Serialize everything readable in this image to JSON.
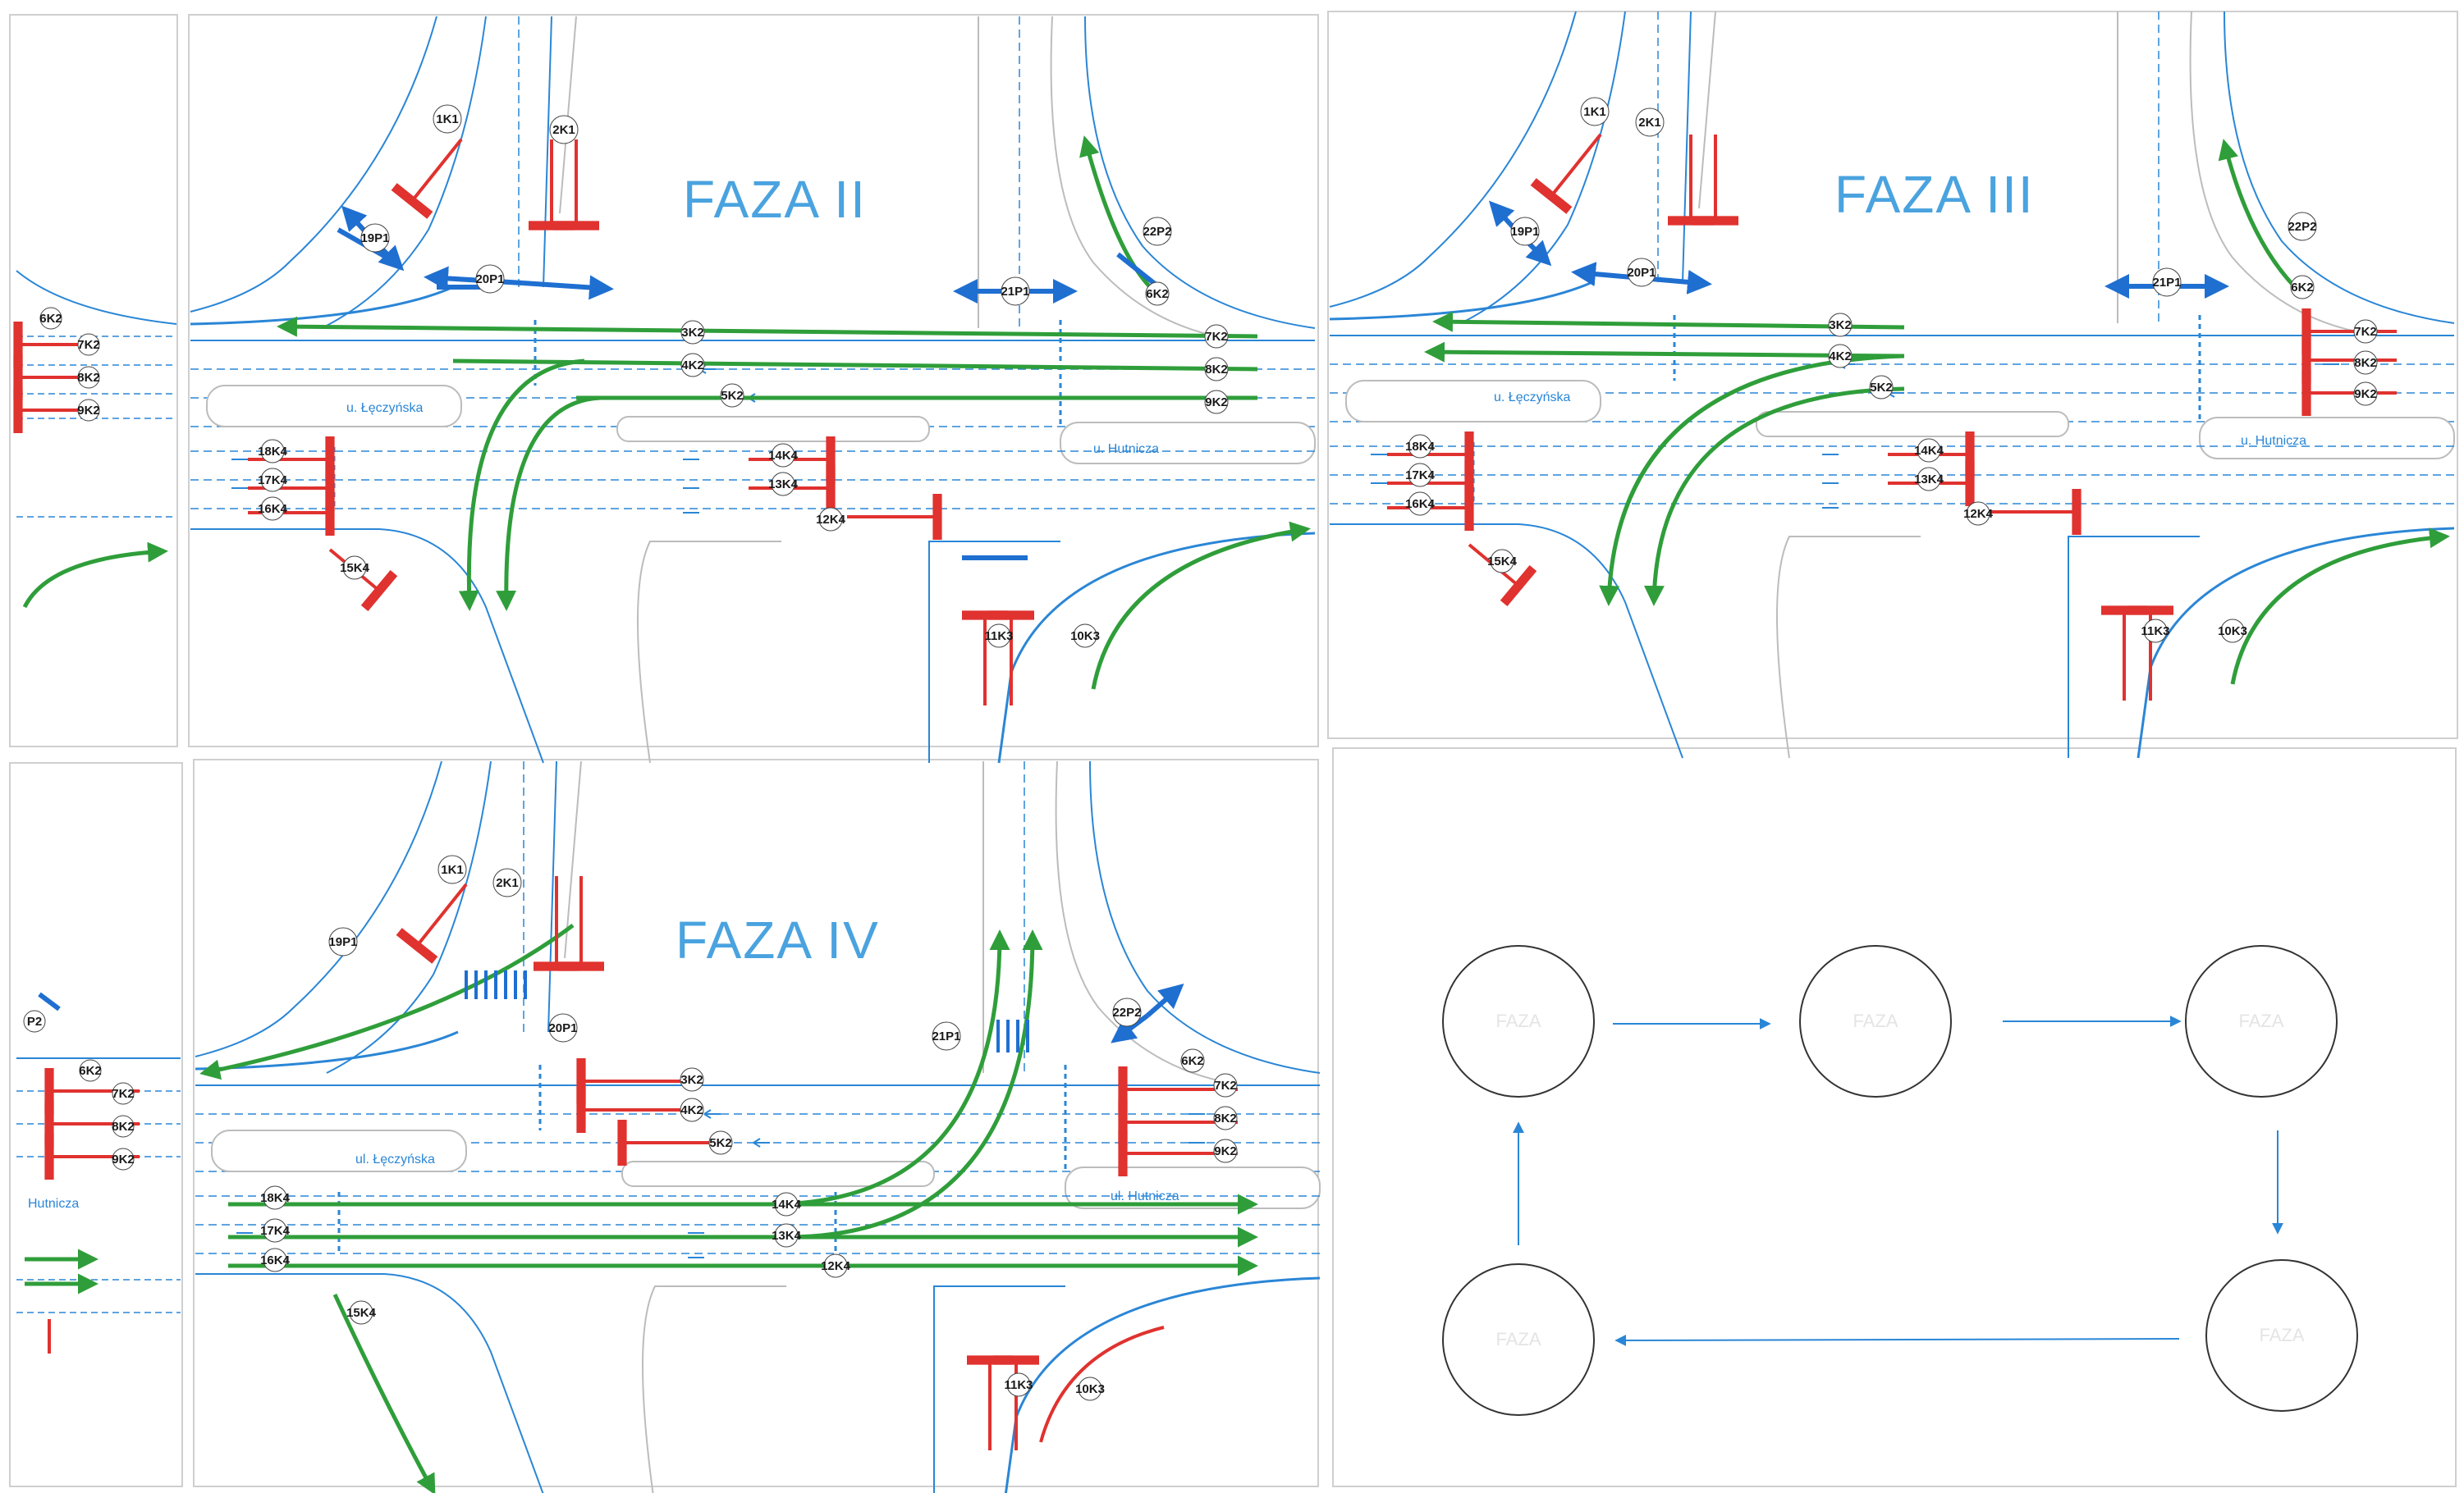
{
  "colors": {
    "road": "#2a86d6",
    "go": "#2f9e3a",
    "stop": "#e0322f",
    "ped": "#1f6fd1",
    "frame": "#cfcfcf",
    "circle": "#333333",
    "cycle_arrow": "#2a86d6"
  },
  "panels": [
    {
      "title": "FAZA II",
      "streets": {
        "west": "u. Łęczyńska",
        "east": "u. Hutnicza"
      },
      "signals": [
        "1K1",
        "2K1",
        "19P1",
        "20P1",
        "21P1",
        "22P2",
        "6K2",
        "3K2",
        "4K2",
        "5K2",
        "7K2",
        "8K2",
        "9K2",
        "18K4",
        "17K4",
        "16K4",
        "14K4",
        "13K4",
        "12K4",
        "15K4",
        "11K3",
        "10K3"
      ]
    },
    {
      "title": "FAZA III",
      "streets": {
        "west": "u. Łęczyńska",
        "east": "u. Hutnicza"
      },
      "signals": [
        "1K1",
        "2K1",
        "19P1",
        "20P1",
        "21P1",
        "22P2",
        "6K2",
        "3K2",
        "4K2",
        "5K2",
        "7K2",
        "8K2",
        "9K2",
        "18K4",
        "17K4",
        "16K4",
        "14K4",
        "13K4",
        "12K4",
        "15K4",
        "11K3",
        "10K3"
      ]
    },
    {
      "title": "FAZA IV",
      "streets": {
        "west": "ul. Łęczyńska",
        "east": "ul. Hutnicza"
      },
      "signals": [
        "1K1",
        "2K1",
        "19P1",
        "20P1",
        "21P1",
        "22P2",
        "6K2",
        "3K2",
        "4K2",
        "5K2",
        "7K2",
        "8K2",
        "9K2",
        "18K4",
        "17K4",
        "16K4",
        "14K4",
        "13K4",
        "12K4",
        "15K4",
        "11K3",
        "10K3"
      ]
    }
  ],
  "edge_labels": {
    "top_left": [
      "6K2",
      "7K2",
      "8K2",
      "9K2"
    ],
    "bottom_left": [
      "P2",
      "6K2",
      "7K2",
      "8K2",
      "9K2"
    ],
    "bottom_left_street": "Hutnicza"
  },
  "cycle": {
    "circles": [
      "FAZA",
      "FAZA",
      "FAZA",
      "FAZA",
      "FAZA"
    ]
  }
}
